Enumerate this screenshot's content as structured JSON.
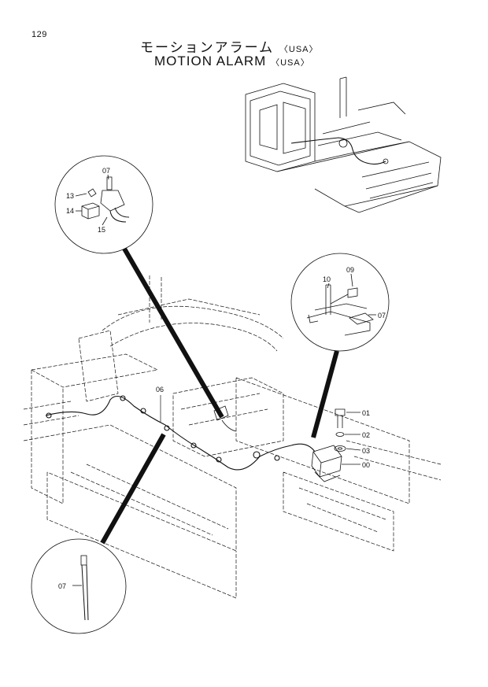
{
  "page_number": "129",
  "title_jp": "モーションアラーム",
  "title_en": "MOTION  ALARM",
  "region_tag": "〈USA〉",
  "callouts": {
    "top_left": [
      {
        "label": "07"
      },
      {
        "label": "13"
      },
      {
        "label": "14"
      },
      {
        "label": "15"
      }
    ],
    "right": [
      {
        "label": "09"
      },
      {
        "label": "10"
      },
      {
        "label": "07"
      }
    ],
    "bottom_left": [
      {
        "label": "07"
      }
    ]
  },
  "main_labels": [
    {
      "label": "06"
    },
    {
      "label": "01"
    },
    {
      "label": "02"
    },
    {
      "label": "03"
    },
    {
      "label": "00"
    }
  ]
}
